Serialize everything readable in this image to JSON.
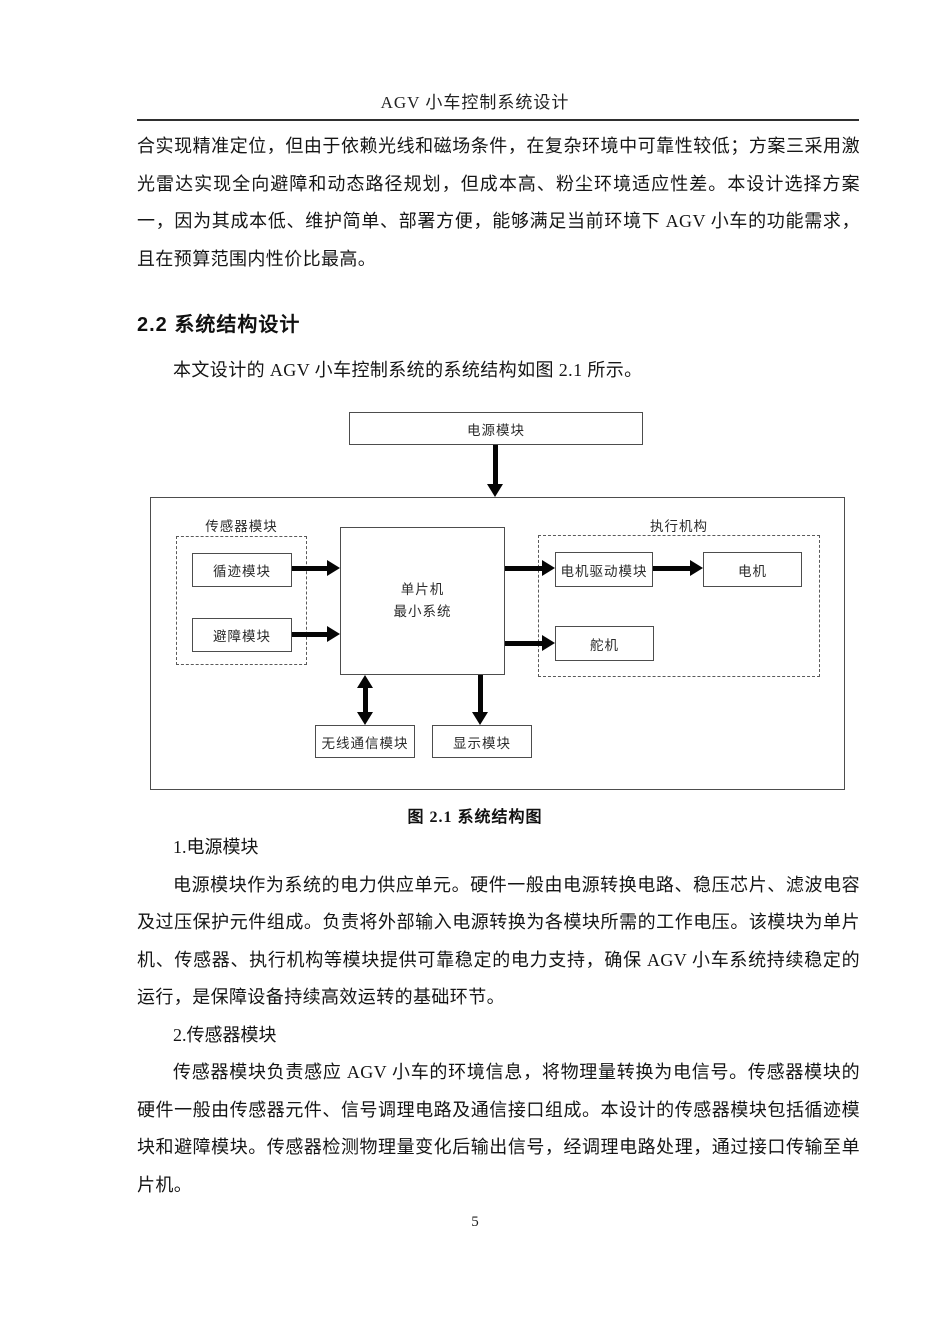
{
  "page": {
    "header_title": "AGV 小车控制系统设计",
    "page_number": "5"
  },
  "intro_paragraph": "合实现精准定位，但由于依赖光线和磁场条件，在复杂环境中可靠性较低；方案三采用激光雷达实现全向避障和动态路径规划，但成本高、粉尘环境适应性差。本设计选择方案一，因为其成本低、维护简单、部署方便，能够满足当前环境下 AGV 小车的功能需求，且在预算范围内性价比最高。",
  "section": {
    "heading": "2.2  系统结构设计",
    "lead_paragraph": "本文设计的 AGV 小车控制系统的系统结构如图 2.1 所示。"
  },
  "figure": {
    "caption": "图 2.1  系统结构图",
    "nodes": {
      "power": "电源模块",
      "sensor_group": "传感器模块",
      "line_tracking": "循迹模块",
      "obstacle_avoidance": "避障模块",
      "mcu_line1": "单片机",
      "mcu_line2": "最小系统",
      "actuator_group": "执行机构",
      "motor_driver": "电机驱动模块",
      "motor": "电机",
      "servo": "舵机",
      "wireless": "无线通信模块",
      "display": "显示模块"
    }
  },
  "body": {
    "item1_heading": "1.电源模块",
    "item1_paragraph": "电源模块作为系统的电力供应单元。硬件一般由电源转换电路、稳压芯片、滤波电容及过压保护元件组成。负责将外部输入电源转换为各模块所需的工作电压。该模块为单片机、传感器、执行机构等模块提供可靠稳定的电力支持，确保 AGV 小车系统持续稳定的运行，是保障设备持续高效运转的基础环节。",
    "item2_heading": "2.传感器模块",
    "item2_paragraph": "传感器模块负责感应 AGV 小车的环境信息，将物理量转换为电信号。传感器模块的硬件一般由传感器元件、信号调理电路及通信接口组成。本设计的传感器模块包括循迹模块和避障模块。传感器检测物理量变化后输出信号，经调理电路处理，通过接口传输至单片机。"
  }
}
